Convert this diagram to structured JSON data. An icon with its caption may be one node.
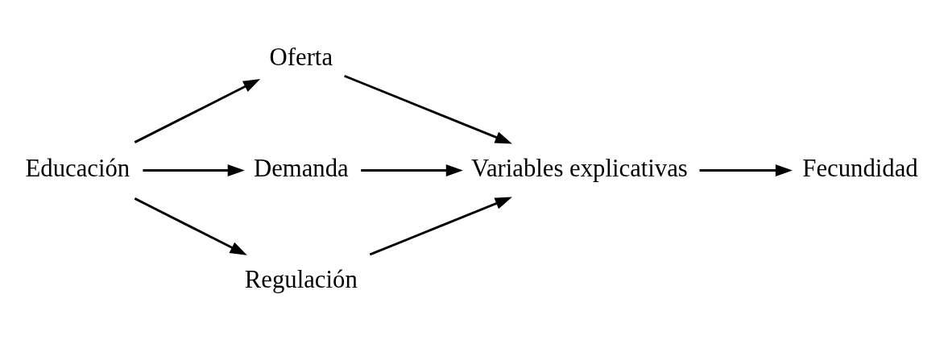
{
  "diagram": {
    "nodes": [
      {
        "text": [
          "Educación"
        ]
      },
      {
        "text": [
          "Oferta"
        ]
      },
      {
        "text": [
          "Demanda"
        ]
      },
      {
        "text": [
          "Regulación"
        ]
      },
      {
        "text": [
          "Variables explicativas"
        ]
      },
      {
        "text": [
          "Fecundidad"
        ]
      }
    ],
    "edges": [
      {
        "from": 0,
        "to": 1,
        "arrow": "to"
      },
      {
        "from": 0,
        "to": 2,
        "arrow": "to"
      },
      {
        "from": 0,
        "to": 3,
        "arrow": "to"
      },
      {
        "from": 1,
        "to": 4,
        "arrow": "to"
      },
      {
        "from": 2,
        "to": 4,
        "arrow": "to"
      },
      {
        "from": 3,
        "to": 4,
        "arrow": "to"
      },
      {
        "from": 4,
        "to": 5,
        "arrow": "to"
      }
    ]
  }
}
